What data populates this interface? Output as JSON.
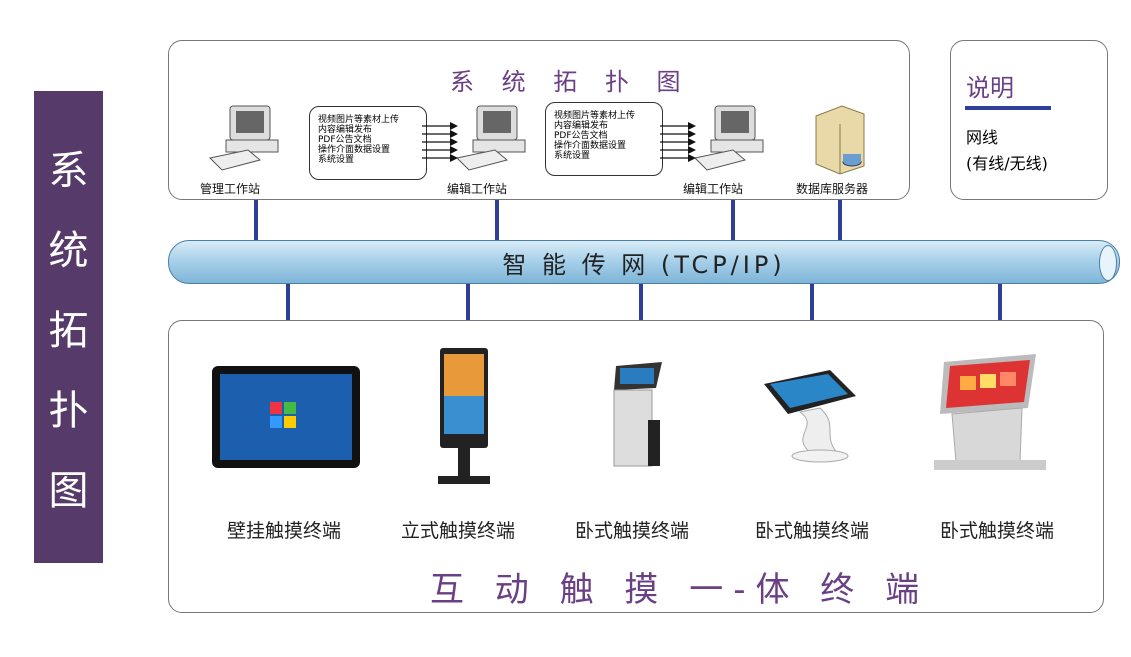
{
  "banner": {
    "title": [
      "系",
      "统",
      "拓",
      "扑",
      "图"
    ]
  },
  "topology": {
    "title": "系 统 拓 扑 图",
    "stations": [
      {
        "label": "管理工作站",
        "icon": "computer"
      },
      {
        "label": "编辑工作站",
        "icon": "computer"
      },
      {
        "label": "编辑工作站",
        "icon": "computer"
      },
      {
        "label": "数据库服务器",
        "icon": "server"
      }
    ],
    "notes": [
      [
        "视频图片等素材上传",
        "内容编辑发布",
        "PDF公告文档",
        "操作介面数据设置",
        "系统设置"
      ],
      [
        "视频图片等素材上传",
        "内容编辑发布",
        "PDF公告文档",
        "操作介面数据设置",
        "系统设置"
      ]
    ]
  },
  "legend": {
    "title": "说明",
    "line1": "网线",
    "line2": "(有线/无线)"
  },
  "network": {
    "label": "智 能 传 网 (TCP/IP)"
  },
  "terminals": {
    "title": "互 动 触 摸 一-体 终 端",
    "devices": [
      {
        "label": "壁挂触摸终端"
      },
      {
        "label": "立式触摸终端"
      },
      {
        "label": "卧式触摸终端"
      },
      {
        "label": "卧式触摸终端"
      },
      {
        "label": "卧式触摸终端"
      }
    ]
  },
  "colors": {
    "purple": "#553a6a",
    "accent": "#6a3f84",
    "connector": "#2d3f96"
  }
}
